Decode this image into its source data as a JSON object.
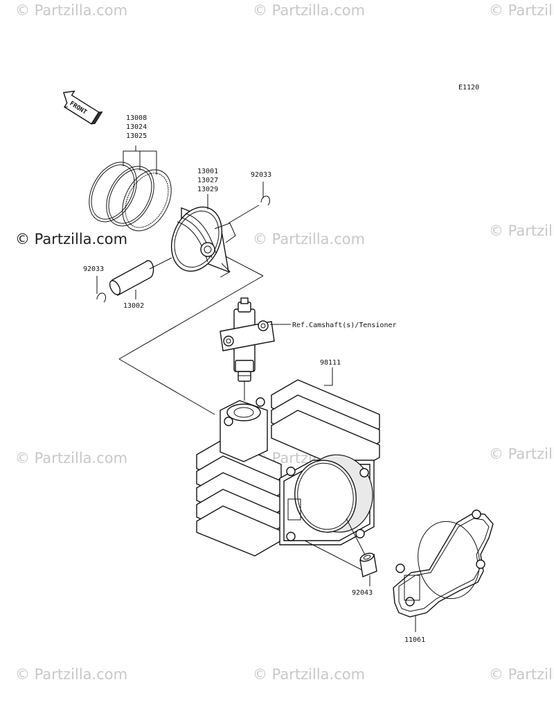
{
  "watermark": {
    "text": "© Partzilla.com"
  },
  "diagram_code": "E1120",
  "front_arrow": "FRONT",
  "labels": {
    "ring_set": [
      "13008",
      "13024",
      "13025"
    ],
    "piston": [
      "13001",
      "13027",
      "13029"
    ],
    "snap_ring_right": "92033",
    "snap_ring_left": "92033",
    "piston_pin": "13002",
    "tensioner_ref": "Ref.Camshaft(s)/Tensioner",
    "cylinder": "98111",
    "dowel_pin": "92043",
    "gasket": "11061"
  }
}
